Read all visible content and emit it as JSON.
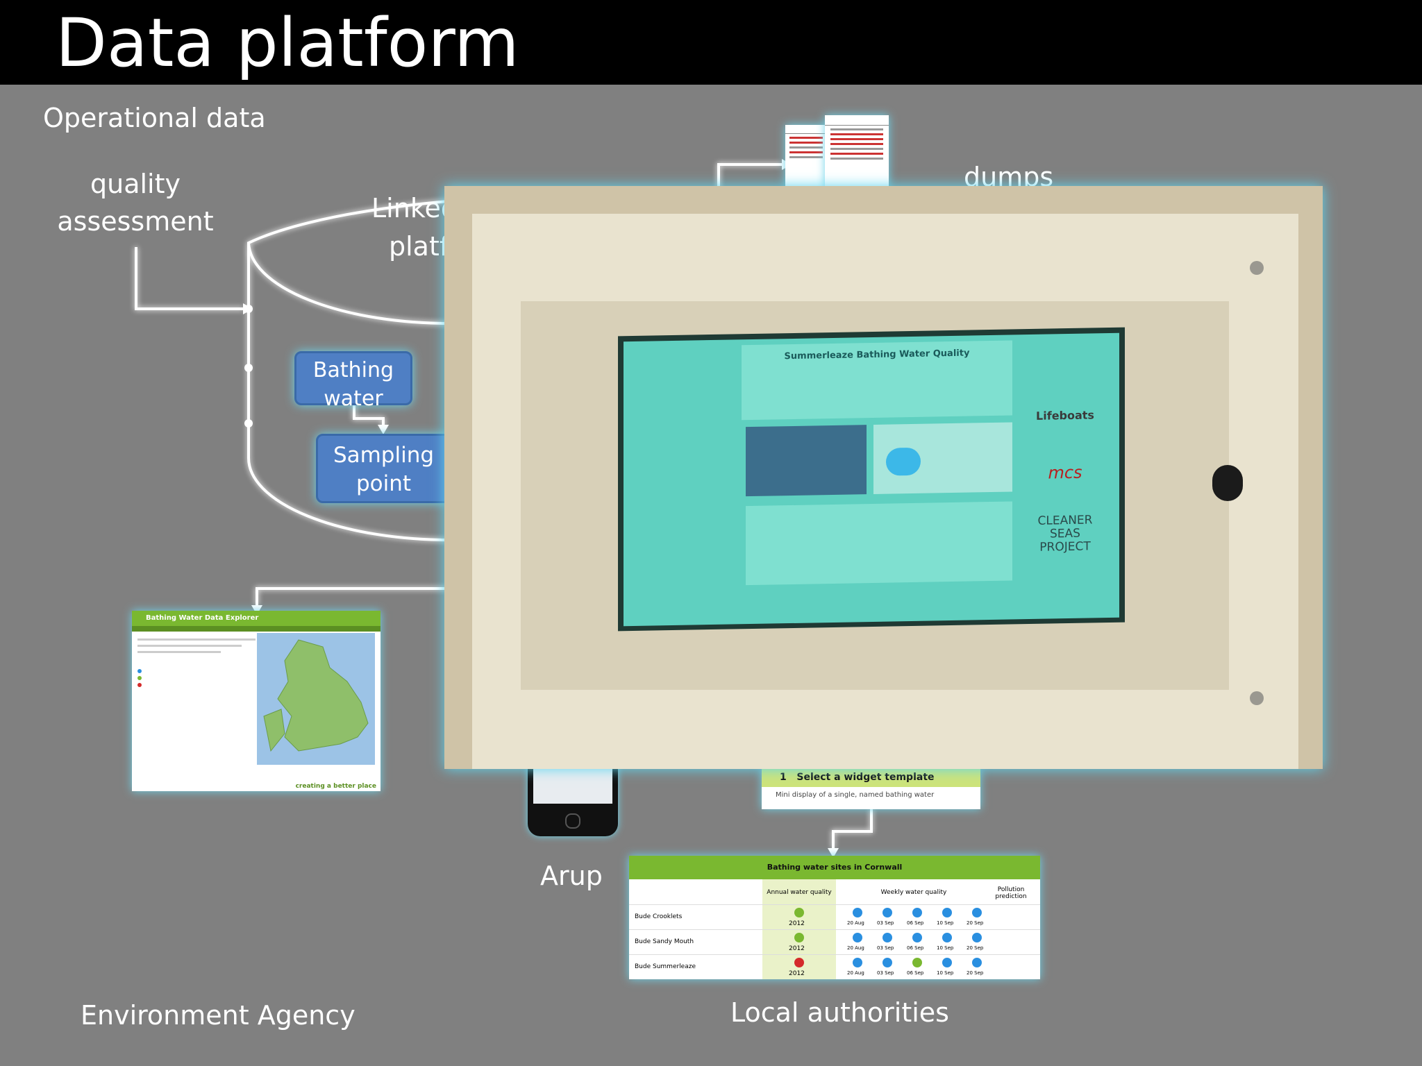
{
  "title": "Data platform",
  "labels": {
    "operational_data": "Operational data",
    "quality_line1": "quality",
    "quality_line2": "assessment",
    "linked_line1": "Linked",
    "linked_line2": "platform",
    "dumps": "dumps",
    "arup": "Arup",
    "environment_agency": "Environment Agency",
    "local_authorities": "Local authorities"
  },
  "boxes": {
    "bathing_water": "Bathing water",
    "sampling_point": "Sampling point"
  },
  "explorer": {
    "header": "Bathing Water Data Explorer",
    "footer": "creating a better place"
  },
  "widget": {
    "step": "1",
    "heading": "Select a widget template",
    "option": "Mini display of a single, named bathing water"
  },
  "table": {
    "header": "Bathing water sites in Cornwall",
    "columns": [
      "Annual water quality",
      "Weekly water quality",
      "Pollution prediction"
    ],
    "rows": [
      {
        "name": "Bude Crooklets",
        "year": "2012",
        "status": "#7ab830",
        "dates": [
          "20 Aug",
          "03 Sep",
          "06 Sep",
          "10 Sep",
          "20 Sep"
        ]
      },
      {
        "name": "Bude Sandy Mouth",
        "year": "2012",
        "status": "#7ab830",
        "dates": [
          "20 Aug",
          "03 Sep",
          "06 Sep",
          "10 Sep",
          "20 Sep"
        ]
      },
      {
        "name": "Bude Summerleaze",
        "year": "2012",
        "status": "#d42a2a",
        "dates": [
          "20 Aug",
          "03 Sep",
          "06 Sep",
          "10 Sep",
          "20 Sep"
        ]
      }
    ]
  },
  "kiosk": {
    "screen_title": "Summerleaze Bathing Water Quality",
    "screen_logos": [
      "Lifeboats",
      "mcs",
      "CLEANER SEAS PROJECT"
    ]
  },
  "colors": {
    "background": "#808080",
    "title_bar": "#000000",
    "box_fill": "#4f7fc4",
    "glow": "#6fd3e8",
    "ea_green": "#7ab830",
    "status_blue": "#2a8fe0"
  }
}
